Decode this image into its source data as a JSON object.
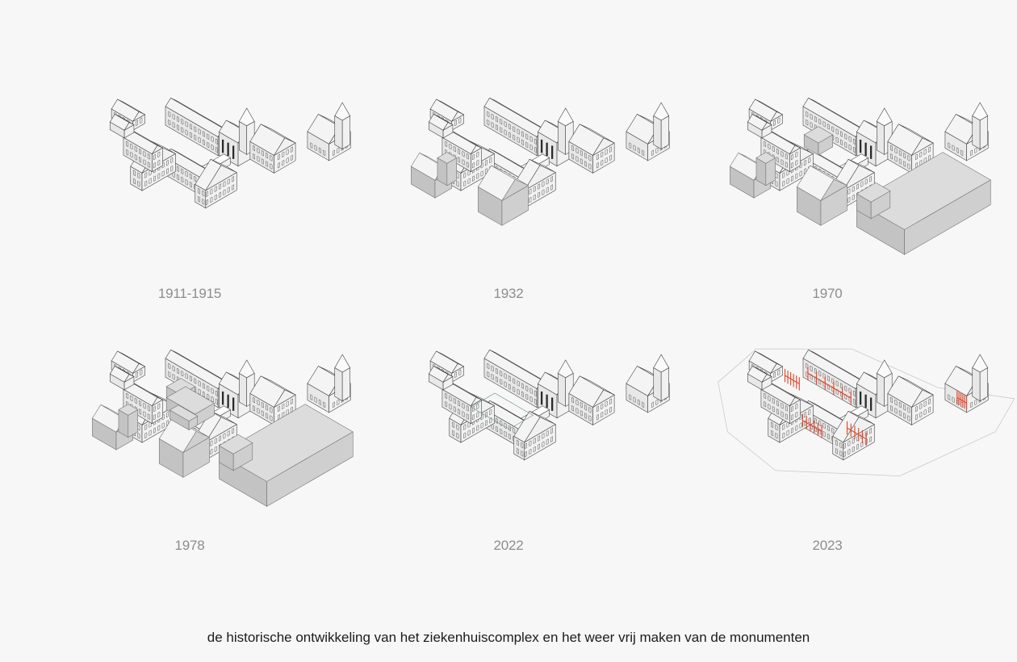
{
  "panels": [
    {
      "year": "1911-1915",
      "extras": []
    },
    {
      "year": "1932",
      "extras": [
        "front-left-block",
        "center-south-block"
      ]
    },
    {
      "year": "1970",
      "extras": [
        "front-left-block",
        "center-south-block",
        "right-large-block",
        "west-wing-annex"
      ]
    },
    {
      "year": "1978",
      "extras": [
        "front-left-block",
        "center-south-block",
        "right-large-block",
        "west-wing-annex",
        "courtyard-infill"
      ]
    },
    {
      "year": "2022",
      "extras": [
        "courtyard-outline"
      ]
    },
    {
      "year": "2023",
      "extras": [
        "site-boundary",
        "red-interventions"
      ]
    }
  ],
  "caption": "de historische ontwikkeling van het ziekenhuiscomplex en het weer vrij maken van de monumenten",
  "colors": {
    "background": "#f7f7f7",
    "line": "#3c3c3c",
    "building_fill": "#ffffff",
    "later_addition": "#d6d6d6",
    "intervention": "#e2472a"
  }
}
